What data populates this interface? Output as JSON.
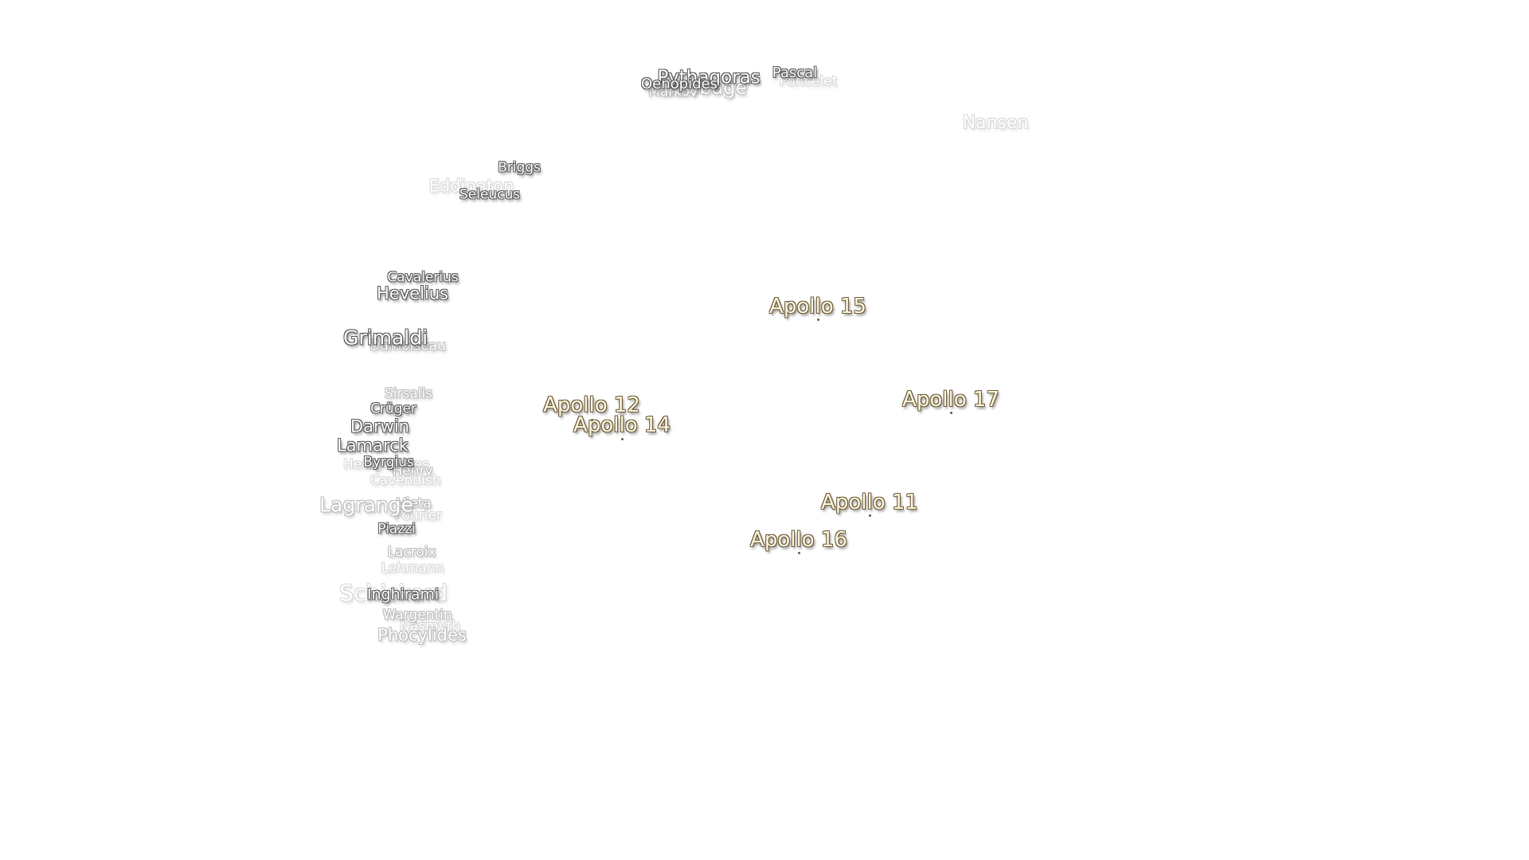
{
  "map": {
    "craters": [
      {
        "name": "Pythagoras"
      },
      {
        "name": "Oenopides"
      },
      {
        "name": "Babbage"
      },
      {
        "name": "Markov"
      },
      {
        "name": "Pascal"
      },
      {
        "name": "Poncelet"
      },
      {
        "name": "Nansen"
      },
      {
        "name": "Briggs"
      },
      {
        "name": "Eddington"
      },
      {
        "name": "Seleucus"
      },
      {
        "name": "Cavalerius"
      },
      {
        "name": "Hevelius"
      },
      {
        "name": "Grimaldi"
      },
      {
        "name": "Damoiseau"
      },
      {
        "name": "Sirsalis"
      },
      {
        "name": "Crüger"
      },
      {
        "name": "Darwin"
      },
      {
        "name": "Lamarck"
      },
      {
        "name": "Henry"
      },
      {
        "name": "Byrgius"
      },
      {
        "name": "Henry Frères"
      },
      {
        "name": "Cavendish"
      },
      {
        "name": "Lagrange"
      },
      {
        "name": "Vieta"
      },
      {
        "name": "Fourier"
      },
      {
        "name": "Piazzi"
      },
      {
        "name": "Lacroix"
      },
      {
        "name": "Lehmann"
      },
      {
        "name": "Schickard"
      },
      {
        "name": "Inghirami"
      },
      {
        "name": "Wargentin"
      },
      {
        "name": "Nasmyth"
      },
      {
        "name": "Phocylides"
      }
    ],
    "landing_sites": [
      {
        "name": "Apollo 15"
      },
      {
        "name": "Apollo 12"
      },
      {
        "name": "Apollo 14"
      },
      {
        "name": "Apollo 17"
      },
      {
        "name": "Apollo 11"
      },
      {
        "name": "Apollo 16"
      }
    ]
  }
}
